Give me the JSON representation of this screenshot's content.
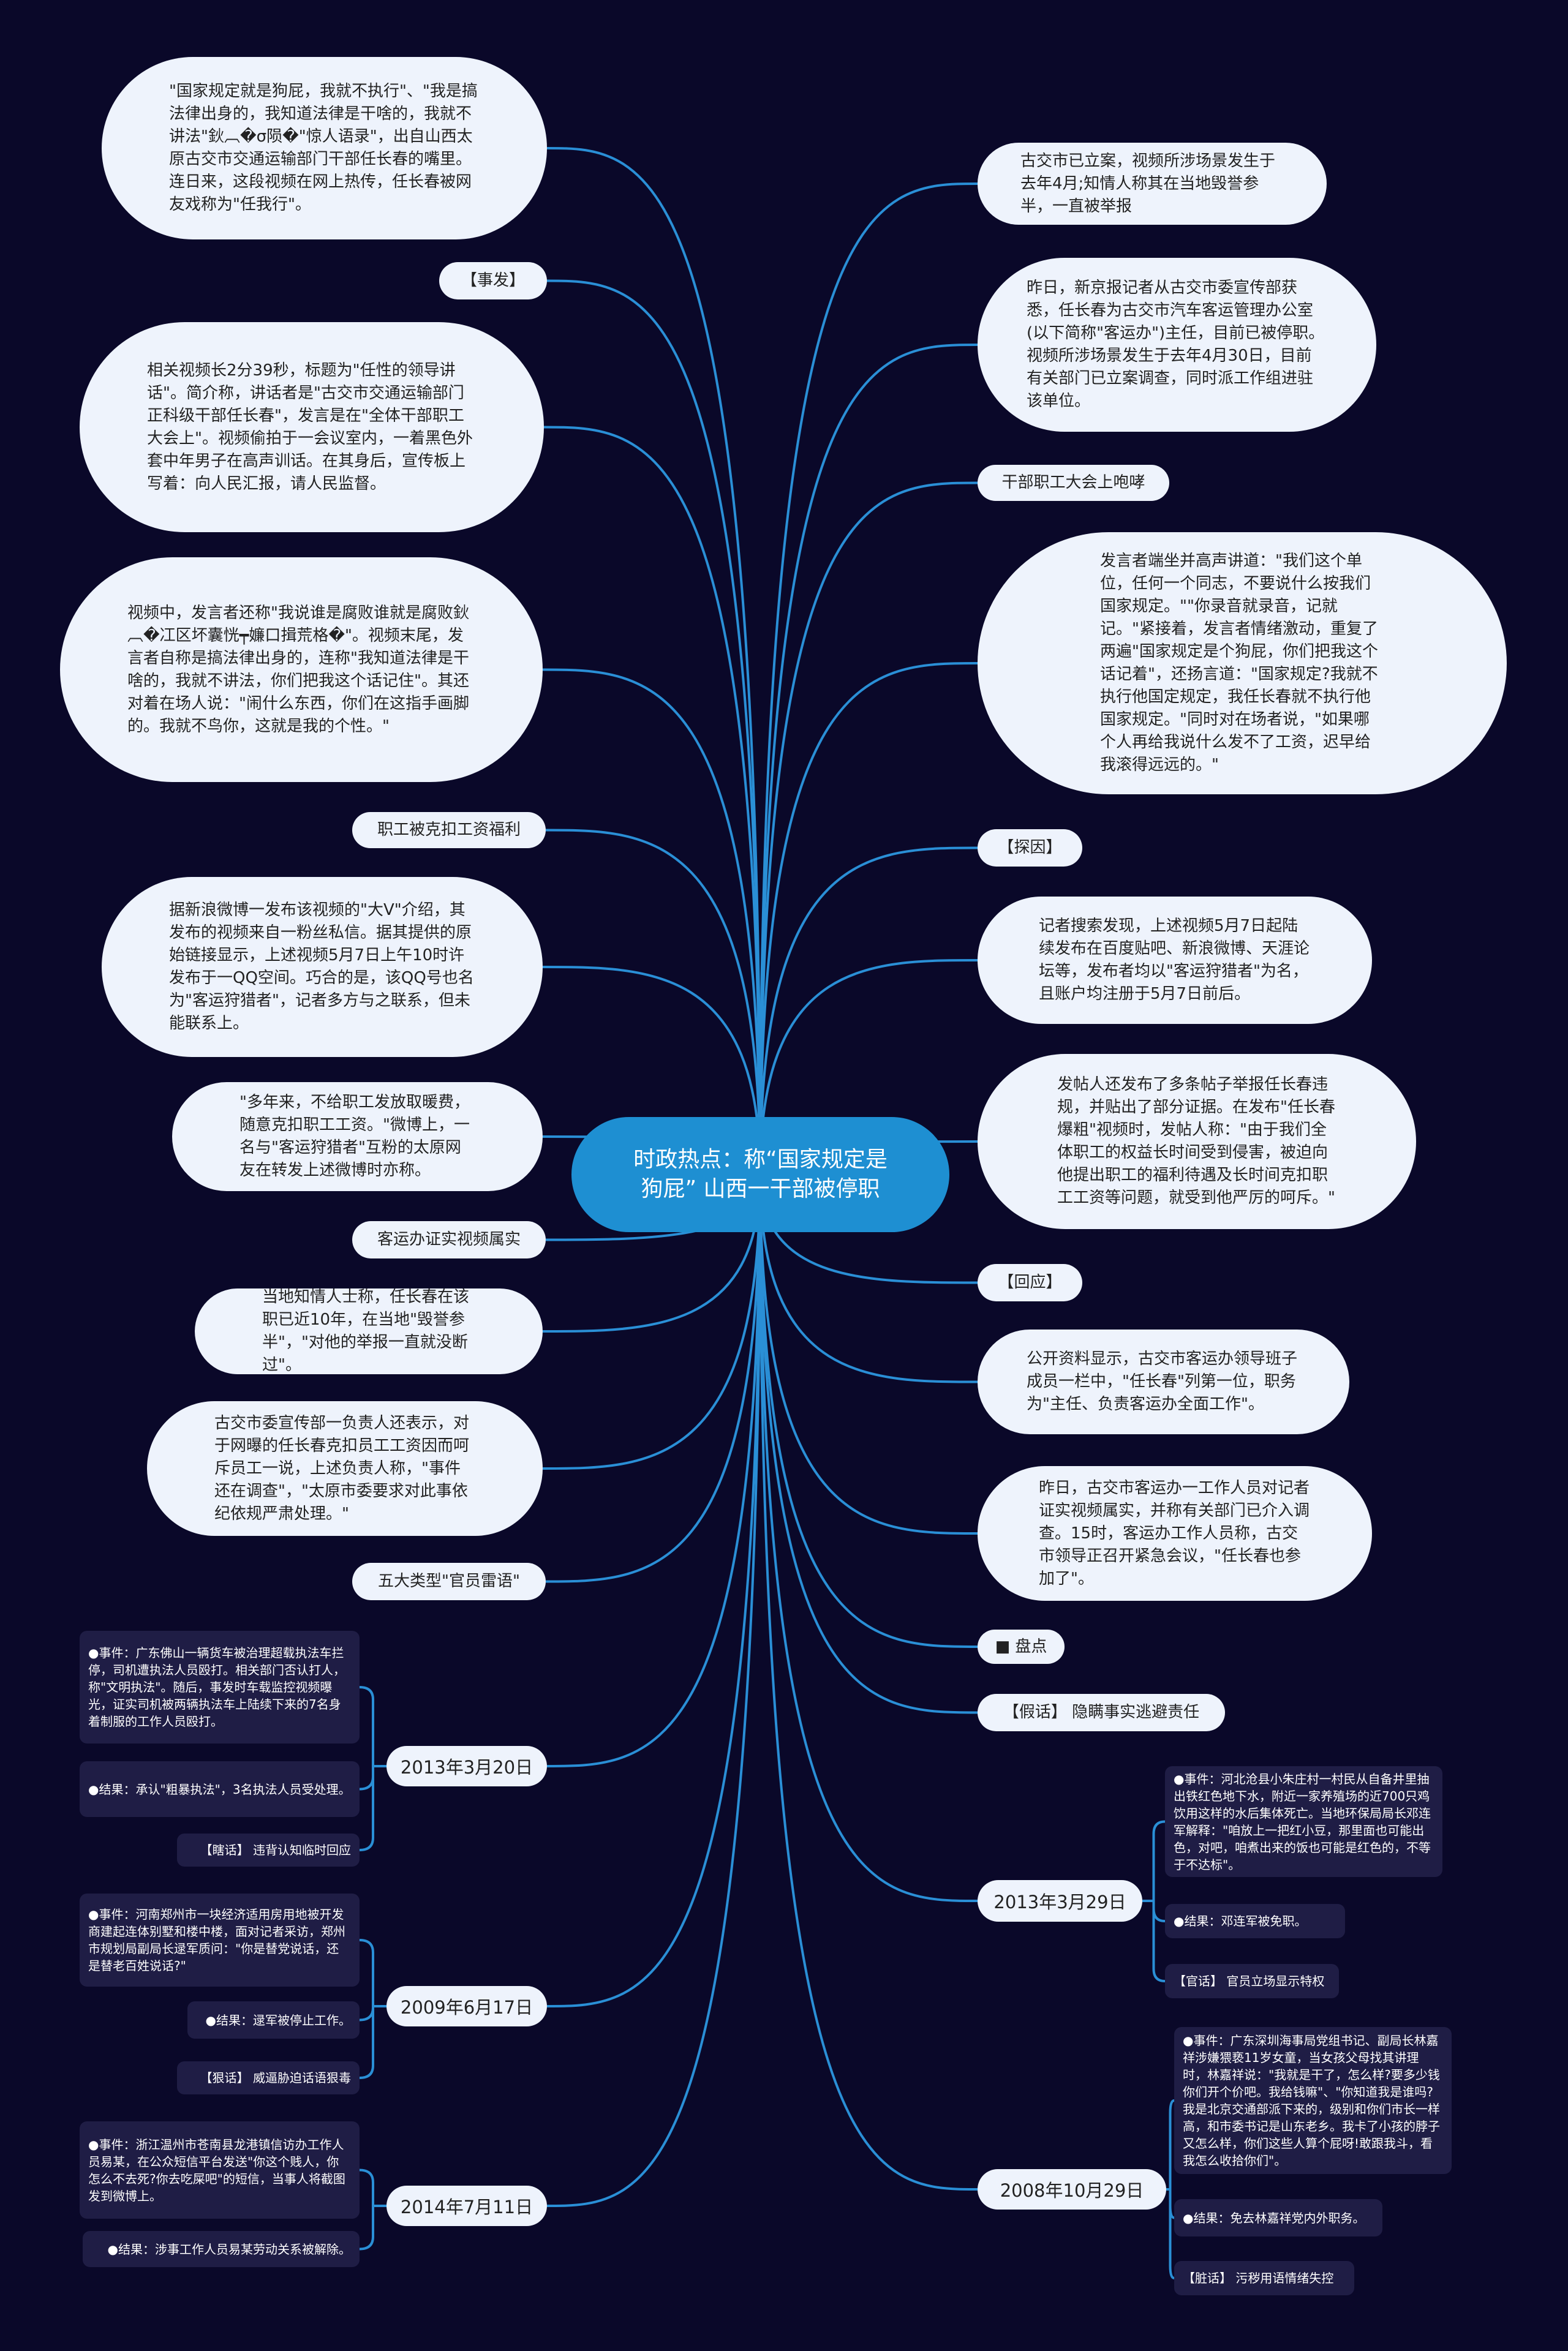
{
  "center": {
    "title": "时政热点：称“国家规定是狗屁” 山西一干部被停职"
  },
  "left_nodes": [
    {
      "text": "\"国家规定就是狗屁，我就不执行\"、\"我是搞法律出身的，我知道法律是干啥的，我就不讲法\"鈥︹�σ陨�\"惊人语录\"，出自山西太原古交市交通运输部门干部任长春的嘴里。连日来，这段视频在网上热传，任长春被网友戏称为\"任我行\"。"
    },
    {
      "text": "【事发】"
    },
    {
      "text": "相关视频长2分39秒，标题为\"任性的领导讲话\"。简介称，讲话者是\"古交市交通运输部门正科级干部任长春\"，发言是在\"全体干部职工大会上\"。视频偷拍于一会议室内，一着黑色外套中年男子在高声训话。在其身后，宣传板上写着：向人民汇报，请人民监督。"
    },
    {
      "text": "视频中，发言者还称\"我说谁是腐败谁就是腐败鈥︹�冮区坏囊恍┯嬚口揖荒格�\"。视频末尾，发言者自称是搞法律出身的，连称\"我知道法律是干啥的，我就不讲法，你们把我这个话记住\"。其还对着在场人说：\"闹什么东西，你们在这指手画脚的。我就不鸟你，这就是我的个性。\""
    },
    {
      "text": "职工被克扣工资福利"
    },
    {
      "text": "据新浪微博一发布该视频的\"大V\"介绍，其发布的视频来自一粉丝私信。据其提供的原始链接显示，上述视频5月7日上午10时许发布于一QQ空间。巧合的是，该QQ号也名为\"客运狩猎者\"，记者多方与之联系，但未能联系上。"
    },
    {
      "text": "\"多年来，不给职工发放取暖费，随意克扣职工工资。\"微博上，一名与\"客运狩猎者\"互粉的太原网友在转发上述微博时亦称。"
    },
    {
      "text": "客运办证实视频属实"
    },
    {
      "text": "当地知情人士称，任长春在该职已近10年，在当地\"毁誉参半\"，\"对他的举报一直就没断过\"。"
    },
    {
      "text": "古交市委宣传部一负责人还表示，对于网曝的任长春克扣员工工资因而呵斥员工一说，上述负责人称，\"事件还在调查\"，\"太原市委要求对此事依纪依规严肃处理。\""
    },
    {
      "text": "五大类型\"官员雷语\""
    }
  ],
  "right_nodes": [
    {
      "text": "古交市已立案，视频所涉场景发生于去年4月;知情人称其在当地毁誉参半，一直被举报"
    },
    {
      "text": "昨日，新京报记者从古交市委宣传部获悉，任长春为古交市汽车客运管理办公室(以下简称\"客运办\")主任，目前已被停职。视频所涉场景发生于去年4月30日，目前有关部门已立案调查，同时派工作组进驻该单位。"
    },
    {
      "text": "干部职工大会上咆哮"
    },
    {
      "text": "发言者端坐并高声讲道：\"我们这个单位，任何一个同志，不要说什么按我们国家规定。\"\"你录音就录音，记就记。\"紧接着，发言者情绪激动，重复了两遍\"国家规定是个狗屁，你们把我这个话记着\"，还扬言道：\"国家规定?我就不执行他国定规定，我任长春就不执行他国家规定。\"同时对在场者说，\"如果哪个人再给我说什么发不了工资，迟早给我滚得远远的。\""
    },
    {
      "text": "【探因】"
    },
    {
      "text": "记者搜索发现，上述视频5月7日起陆续发布在百度贴吧、新浪微博、天涯论坛等，发布者均以\"客运狩猎者\"为名，且账户均注册于5月7日前后。"
    },
    {
      "text": "发帖人还发布了多条帖子举报任长春违规，并贴出了部分证据。在发布\"任长春爆粗\"视频时，发帖人称：\"由于我们全体职工的权益长时间受到侵害，被迫向他提出职工的福利待遇及长时间克扣职工工资等问题，就受到他严厉的呵斥。\""
    },
    {
      "text": "【回应】"
    },
    {
      "text": "公开资料显示，古交市客运办领导班子成员一栏中，\"任长春\"列第一位，职务为\"主任、负责客运办全面工作\"。"
    },
    {
      "text": "昨日，古交市客运办一工作人员对记者证实视频属实，并称有关部门已介入调查。15时，客运办工作人员称，古交市领导正召开紧急会议，\"任长春也参加了\"。"
    },
    {
      "text": "■ 盘点"
    },
    {
      "text": "【假话】 隐瞒事实逃避责任"
    }
  ],
  "left_groups": [
    {
      "date": "2013年3月20日",
      "children": [
        "●事件：广东佛山一辆货车被治理超载执法车拦停，司机遭执法人员殴打。相关部门否认打人，称\"文明执法\"。随后，事发时车载监控视频曝光，证实司机被两辆执法车上陆续下来的7名身着制服的工作人员殴打。",
        "●结果：承认\"粗暴执法\"，3名执法人员受处理。",
        "【瞎话】 违背认知临时回应"
      ]
    },
    {
      "date": "2009年6月17日",
      "children": [
        "●事件：河南郑州市一块经济适用房用地被开发商建起连体别墅和楼中楼，面对记者采访，郑州市规划局副局长逯军质问：\"你是替党说话，还是替老百姓说话?\"",
        "●结果：逯军被停止工作。",
        "【狠话】 威逼胁迫话语狠毒"
      ]
    },
    {
      "date": "2014年7月11日",
      "children": [
        "●事件：浙江温州市苍南县龙港镇信访办工作人员易某，在公众短信平台发送\"你这个贱人，你怎么不去死?你去吃屎吧\"的短信，当事人将截图发到微博上。",
        "●结果：涉事工作人员易某劳动关系被解除。"
      ]
    }
  ],
  "right_groups": [
    {
      "date": "2013年3月29日",
      "children": [
        "●事件：河北沧县小朱庄村一村民从自备井里抽出铁红色地下水，附近一家养殖场的近700只鸡饮用这样的水后集体死亡。当地环保局局长邓连军解释：\"咱放上一把红小豆，那里面也可能出色，对吧，咱煮出来的饭也可能是红色的，不等于不达标\"。",
        "●结果：邓连军被免职。",
        "【官话】 官员立场显示特权"
      ]
    },
    {
      "date": "2008年10月29日",
      "children": [
        "●事件：广东深圳海事局党组书记、副局长林嘉祥涉嫌猥亵11岁女童，当女孩父母找其讲理时，林嘉祥说：\"我就是干了，怎么样?要多少钱你们开个价吧。我给钱嘛\"、\"你知道我是谁吗?我是北京交通部派下来的，级别和你们市长一样高，和市委书记是山东老乡。我卡了小孩的脖子又怎么样，你们这些人算个屁呀!敢跟我斗，看我怎么收拾你们\"。",
        "●结果：免去林嘉祥党内外职务。",
        "【脏话】 污秽用语情绪失控"
      ]
    }
  ],
  "colors": {
    "background": "#0a0829",
    "line": "#2a8fd6",
    "center": "#1e8fd2",
    "node": "#eef3fc",
    "leaf": "#1f1d45"
  }
}
